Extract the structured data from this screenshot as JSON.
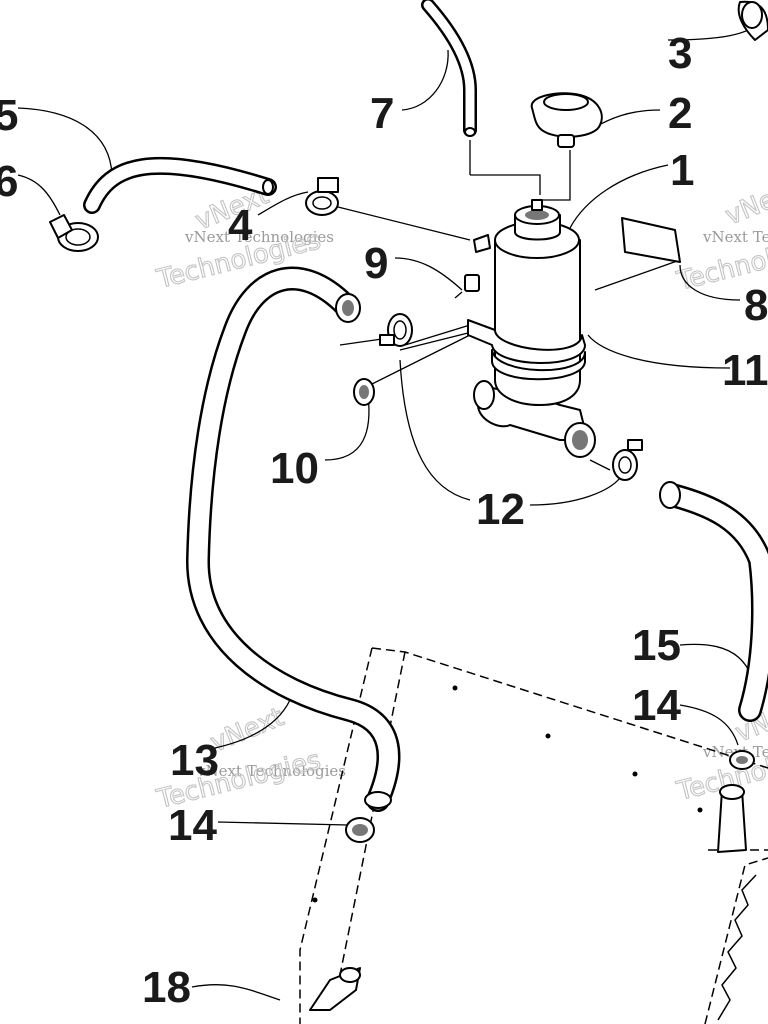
{
  "callouts": [
    {
      "id": "c1",
      "text": "1"
    },
    {
      "id": "c2",
      "text": "2"
    },
    {
      "id": "c3",
      "text": "3"
    },
    {
      "id": "c4",
      "text": "4"
    },
    {
      "id": "c5",
      "text": "5"
    },
    {
      "id": "c6",
      "text": "6"
    },
    {
      "id": "c7",
      "text": "7"
    },
    {
      "id": "c8",
      "text": "8"
    },
    {
      "id": "c9",
      "text": "9"
    },
    {
      "id": "c10",
      "text": "10"
    },
    {
      "id": "c11",
      "text": "11"
    },
    {
      "id": "c12",
      "text": "12"
    },
    {
      "id": "c13",
      "text": "13"
    },
    {
      "id": "c14a",
      "text": "14"
    },
    {
      "id": "c14b",
      "text": "14"
    },
    {
      "id": "c15",
      "text": "15"
    },
    {
      "id": "c18",
      "text": "18"
    }
  ],
  "watermark": {
    "small": "vNext Technologies",
    "large": "Technologies",
    "mark": "vNext"
  }
}
